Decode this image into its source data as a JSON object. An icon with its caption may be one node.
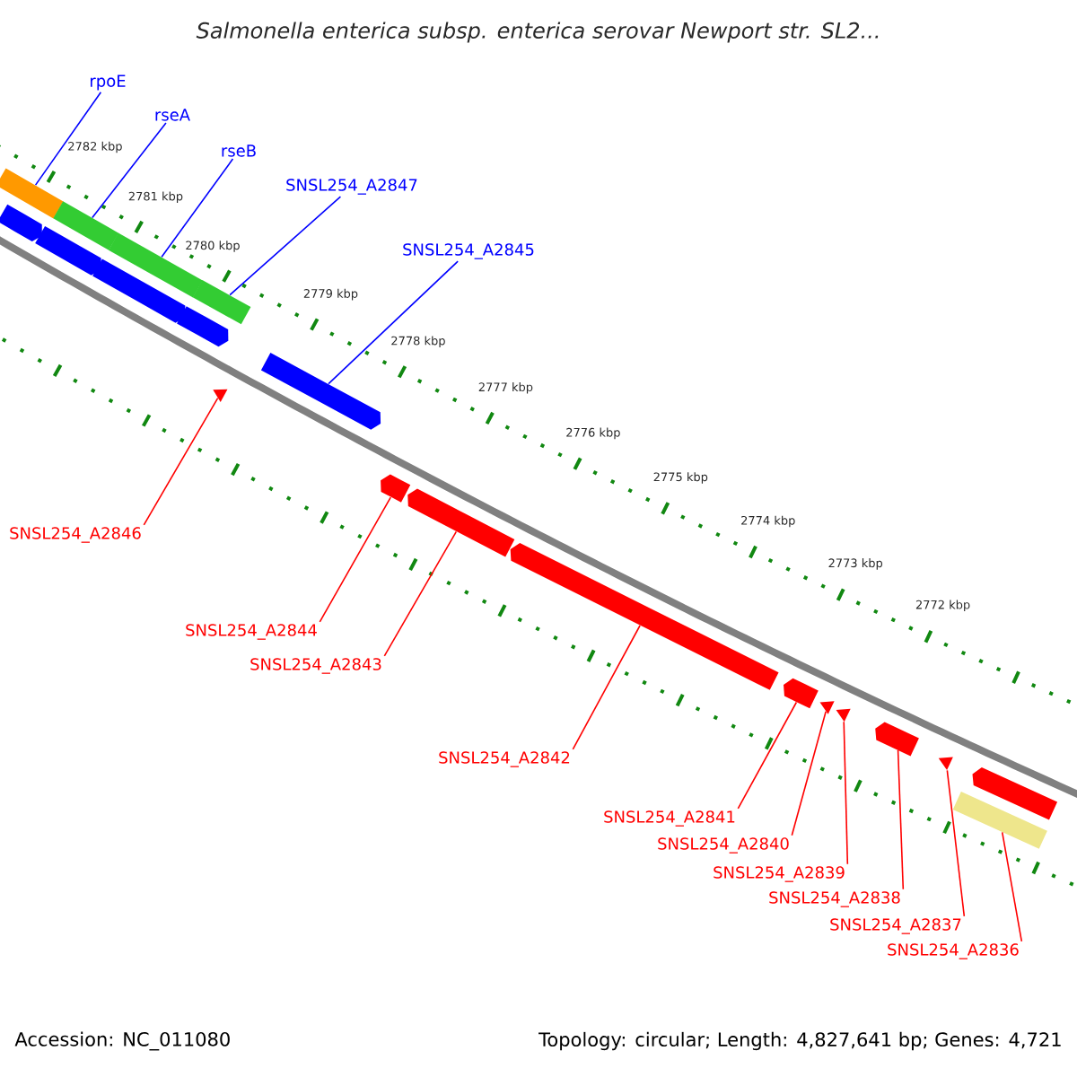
{
  "diagram": {
    "title": "Salmonella enterica subsp. enterica serovar Newport str. SL2...",
    "nodes": [
      {
        "text": [
          "rpoE"
        ]
      },
      {
        "text": [
          "rseA"
        ]
      },
      {
        "text": [
          "rseB"
        ]
      },
      {
        "text": [
          "SNSL254_A2847"
        ]
      },
      {
        "text": [
          "SNSL254_A2845"
        ]
      },
      {
        "text": [],
        "shape": "bar"
      },
      {
        "text": [],
        "shape": "bar"
      },
      {
        "text": [],
        "shape": "bar"
      },
      {
        "text": [],
        "shape": "bar"
      },
      {
        "text": [],
        "shape": "arrow"
      },
      {
        "text": [],
        "shape": "arrow"
      },
      {
        "text": [],
        "shape": "arrow"
      },
      {
        "text": [],
        "shape": "arrow"
      },
      {
        "text": [],
        "shape": "arrow"
      },
      {
        "text": [],
        "shape": "triangle"
      },
      {
        "text": [],
        "shape": "arrow"
      },
      {
        "text": [],
        "shape": "arrow"
      },
      {
        "text": [],
        "shape": "arrow"
      },
      {
        "text": [],
        "shape": "arrow"
      },
      {
        "text": [],
        "shape": "triangle"
      },
      {
        "text": [],
        "shape": "triangle"
      },
      {
        "text": [],
        "shape": "arrow"
      },
      {
        "text": [],
        "shape": "triangle"
      },
      {
        "text": [],
        "shape": "arrow"
      },
      {
        "text": [],
        "shape": "bar"
      },
      {
        "text": [
          "SNSL254_A2846"
        ]
      },
      {
        "text": [
          "SNSL254_A2844"
        ]
      },
      {
        "text": [
          "SNSL254_A2843"
        ]
      },
      {
        "text": [
          "SNSL254_A2842"
        ]
      },
      {
        "text": [
          "SNSL254_A2841"
        ]
      },
      {
        "text": [
          "SNSL254_A2840"
        ]
      },
      {
        "text": [
          "SNSL254_A2839"
        ]
      },
      {
        "text": [
          "SNSL254_A2838"
        ]
      },
      {
        "text": [
          "SNSL254_A2837"
        ]
      },
      {
        "text": [
          "SNSL254_A2836"
        ]
      }
    ],
    "edges": [
      {
        "from": 0,
        "to": 5,
        "arrow": "none",
        "color": "#0000ff"
      },
      {
        "from": 1,
        "to": 6,
        "arrow": "none",
        "color": "#0000ff"
      },
      {
        "from": 2,
        "to": 7,
        "arrow": "none",
        "color": "#0000ff"
      },
      {
        "from": 3,
        "to": 8,
        "arrow": "none",
        "color": "#0000ff"
      },
      {
        "from": 4,
        "to": 13,
        "arrow": "none",
        "color": "#0000ff"
      },
      {
        "from": 25,
        "to": 14,
        "arrow": "none"
      },
      {
        "from": 26,
        "to": 15,
        "arrow": "none"
      },
      {
        "from": 27,
        "to": 16,
        "arrow": "none"
      },
      {
        "from": 28,
        "to": 17,
        "arrow": "none"
      },
      {
        "from": 29,
        "to": 18,
        "arrow": "none"
      },
      {
        "from": 30,
        "to": 19,
        "arrow": "none"
      },
      {
        "from": 31,
        "to": 20,
        "arrow": "none"
      },
      {
        "from": 32,
        "to": 21,
        "arrow": "none"
      },
      {
        "from": 33,
        "to": 22,
        "arrow": "none"
      },
      {
        "from": 34,
        "to": 24,
        "arrow": "none"
      }
    ],
    "labels": [
      "2782 kbp",
      "2781 kbp",
      "2780 kbp",
      "2779 kbp",
      "2778 kbp",
      "2777 kbp",
      "2776 kbp",
      "2775 kbp",
      "2774 kbp",
      "2773 kbp",
      "2772 kbp",
      "Accession: NC_011080",
      "Topology: circular; Length: 4,827,641 bp; Genes: 4,721"
    ]
  }
}
